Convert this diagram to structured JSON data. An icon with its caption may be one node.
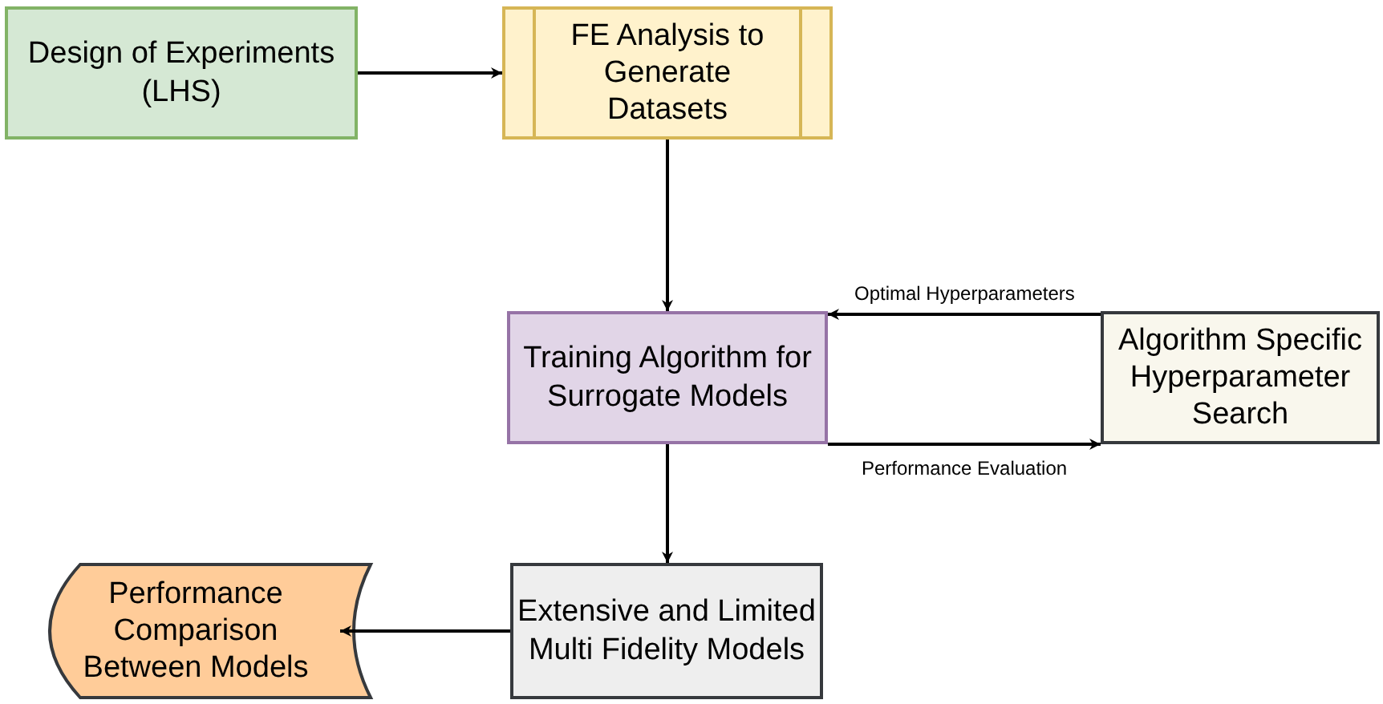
{
  "diagram": {
    "nodes": [
      {
        "text": [
          "Design of Experiments (LHS)"
        ]
      },
      {
        "text": [
          "FE Analysis to Generate Datasets"
        ]
      },
      {
        "text": [
          "Training Algorithm for Surrogate Models"
        ]
      },
      {
        "text": [
          "Algorithm Specific Hyperparameter Search"
        ]
      },
      {
        "text": [
          "Extensive and Limited Multi Fidelity Models"
        ]
      },
      {
        "text": [
          "Performance Comparison Between Models"
        ]
      }
    ],
    "edges": [
      {
        "from": 0,
        "to": 1,
        "arrow": "to"
      },
      {
        "from": 1,
        "to": 2,
        "arrow": "to"
      },
      {
        "from": 3,
        "to": 2,
        "arrow": "to",
        "label": "Optimal Hyperparameters"
      },
      {
        "from": 2,
        "to": 3,
        "arrow": "to",
        "label": "Performance Evaluation"
      },
      {
        "from": 2,
        "to": 4,
        "arrow": "to"
      },
      {
        "from": 4,
        "to": 5,
        "arrow": "to"
      }
    ]
  }
}
